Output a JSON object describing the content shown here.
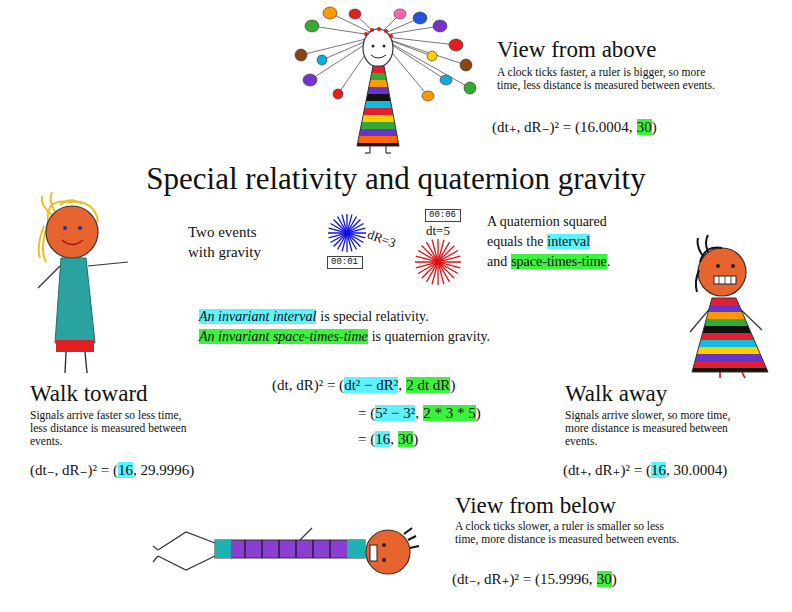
{
  "diagram": {
    "title": "Special relativity and quaternion gravity",
    "nodes": [
      {
        "text": [
          "00:06"
        ]
      },
      {
        "text": [
          "00:01"
        ]
      }
    ],
    "labels": [
      "View from above",
      "A clock ticks faster, a ruler is bigger, so more time, less distance is measured between events.",
      "(dt₊, dR₋)² = (16.0004,",
      "30",
      ")",
      "Two events with gravity",
      "dR=3",
      "dt=5",
      "A quaternion squared",
      "equals the",
      "interval",
      "and",
      "space-times-time",
      ".",
      "An invariant interval",
      "is special relativity.",
      "An invariant space-times-time",
      "is quaternion gravity.",
      "Walk toward",
      "(dt, dR)² = (",
      "dt² − dR²",
      ",",
      "2 dt dR",
      ")",
      "Walk away",
      "Signals arrive faster so less time, less distance is measured between events.",
      "= (",
      "5² − 3²",
      ",",
      "2 * 3 * 5",
      ")",
      "Signals arrive slower, so more time, more distance is measured between events.",
      "= (",
      "16",
      ",",
      "30",
      ")",
      "(dt₋, dR₋)² = (",
      "16",
      ", 29.9996)",
      "(dt₊, dR₊)² = (",
      "16",
      ", 30.0004)",
      "View from below",
      "A clock ticks slower, a ruler is smaller so less time, more distance is measured between events.",
      "(dt₋, dR₊)² = (15.9996,",
      "30",
      ")"
    ]
  }
}
